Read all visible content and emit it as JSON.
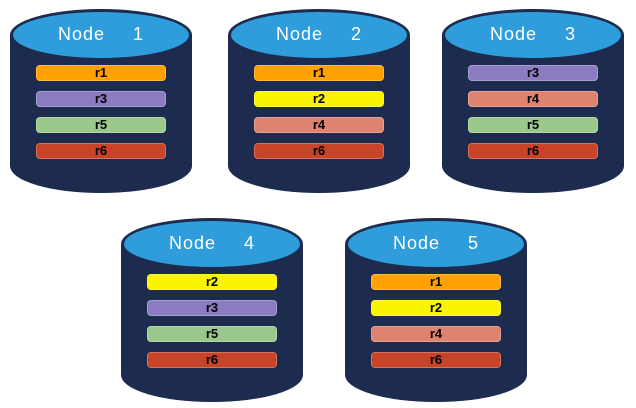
{
  "diagram": {
    "colors": {
      "cylinder_body": "#1C2B4E",
      "cylinder_top": "#2F9DDB",
      "title_text": "#FFFFFF",
      "bar_text": "#000000",
      "replica_palette": {
        "r1": "#FFA200",
        "r2": "#FAF400",
        "r3": "#8B7CC1",
        "r4": "#DF8270",
        "r5": "#9BC98B",
        "r6": "#C5442A"
      }
    },
    "nodes": [
      {
        "name": "Node  1",
        "replicas": [
          {
            "label": "r1",
            "color": "#FFA200"
          },
          {
            "label": "r3",
            "color": "#8B7CC1"
          },
          {
            "label": "r5",
            "color": "#9BC98B"
          },
          {
            "label": "r6",
            "color": "#C5442A"
          }
        ]
      },
      {
        "name": "Node  2",
        "replicas": [
          {
            "label": "r1",
            "color": "#FFA200"
          },
          {
            "label": "r2",
            "color": "#FAF400"
          },
          {
            "label": "r4",
            "color": "#DF8270"
          },
          {
            "label": "r6",
            "color": "#C5442A"
          }
        ]
      },
      {
        "name": "Node  3",
        "replicas": [
          {
            "label": "r3",
            "color": "#8B7CC1"
          },
          {
            "label": "r4",
            "color": "#DF8270"
          },
          {
            "label": "r5",
            "color": "#9BC98B"
          },
          {
            "label": "r6",
            "color": "#C5442A"
          }
        ]
      },
      {
        "name": "Node  4",
        "replicas": [
          {
            "label": "r2",
            "color": "#FAF400"
          },
          {
            "label": "r3",
            "color": "#8B7CC1"
          },
          {
            "label": "r5",
            "color": "#9BC98B"
          },
          {
            "label": "r6",
            "color": "#C5442A"
          }
        ]
      },
      {
        "name": "Node  5",
        "replicas": [
          {
            "label": "r1",
            "color": "#FFA200"
          },
          {
            "label": "r2",
            "color": "#FAF400"
          },
          {
            "label": "r4",
            "color": "#DF8270"
          },
          {
            "label": "r6",
            "color": "#C5442A"
          }
        ]
      }
    ]
  }
}
